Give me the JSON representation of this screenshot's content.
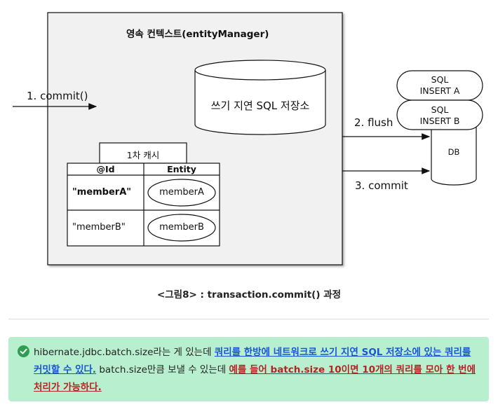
{
  "diagram": {
    "context_title": "영속 컨텍스트(entityManager)",
    "commit_label": "1. commit()",
    "store_label": "쓰기 지연 SQL 저장소",
    "cache_label": "1차 캐시",
    "table_headers": [
      "@Id",
      "Entity"
    ],
    "rows": [
      {
        "id": "\"memberA\"",
        "entity": "memberA"
      },
      {
        "id": "\"memberB\"",
        "entity": "memberB"
      }
    ],
    "flush_label": "2. flush",
    "commit_db_label": "3. commit",
    "sql_a": {
      "line1": "SQL",
      "line2": "INSERT A"
    },
    "sql_b": {
      "line1": "SQL",
      "line2": "INSERT B"
    },
    "db_label": "DB"
  },
  "caption": "<그림8> : transaction.commit() 과정",
  "callout": {
    "icon": "check-circle-icon",
    "text_1": "hibernate.jdbc.batch.size라는 게 있는데 ",
    "highlight_1": "쿼리를 한방에 네트워크로 쓰기 지연 SQL 저장소에 있는 쿼리를 커밋할 수 있다.",
    "text_2": " batch.size만큼 보낼 수 있는데 ",
    "highlight_2": "예를 들어 batch.size 10이면 10개의 쿼리를 모아 한 번에 처리가 가능하다.",
    "colors": {
      "background": "#b8f0cf",
      "icon": "#2f9e52",
      "highlight_blue": "#1a55d6",
      "highlight_red": "#b32424"
    }
  }
}
